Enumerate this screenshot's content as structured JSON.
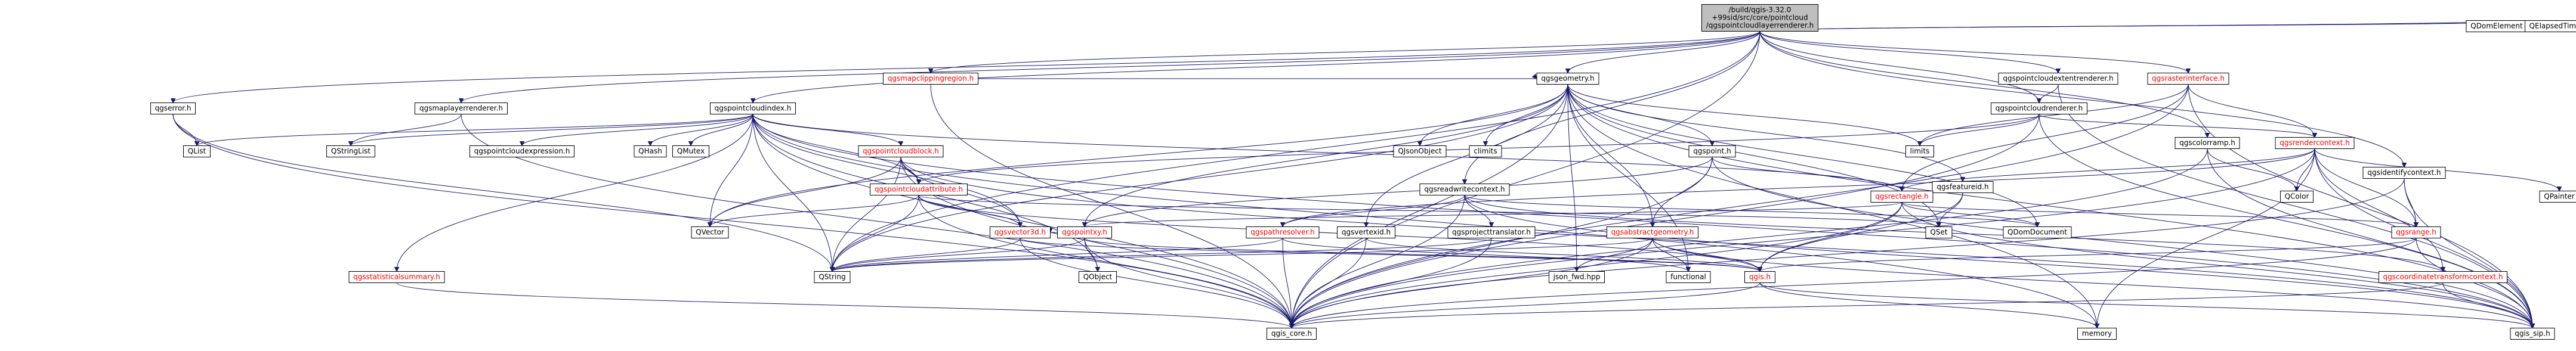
{
  "diagram": {
    "root": "qgspointcloudlayerrenderer.h",
    "nodes": [
      {
        "id": "root",
        "lines": [
          "/build/qgis-3.32.0",
          "+99sid/src/core/pointcloud",
          "/qgspointcloudlayerrenderer.h"
        ],
        "kind": "root"
      },
      {
        "id": "qgsmapclippingregion",
        "lines": [
          "qgsmapclippingregion.h"
        ],
        "kind": "red"
      },
      {
        "id": "qgsgeometry",
        "lines": [
          "qgsgeometry.h"
        ],
        "kind": "plain"
      },
      {
        "id": "qgspointcloudextentrenderer",
        "lines": [
          "qgspointcloudextentrenderer.h"
        ],
        "kind": "plain"
      },
      {
        "id": "qgspointcloudrenderer",
        "lines": [
          "qgspointcloudrenderer.h"
        ],
        "kind": "plain"
      },
      {
        "id": "qgsrasterinterface",
        "lines": [
          "qgsrasterinterface.h"
        ],
        "kind": "red"
      },
      {
        "id": "QDomElement",
        "lines": [
          "QDomElement"
        ],
        "kind": "ext"
      },
      {
        "id": "QElapsedTimer",
        "lines": [
          "QElapsedTimer"
        ],
        "kind": "ext"
      },
      {
        "id": "qgserror",
        "lines": [
          "qgserror.h"
        ],
        "kind": "plain"
      },
      {
        "id": "qgsmaplayerrenderer",
        "lines": [
          "qgsmaplayerrenderer.h"
        ],
        "kind": "plain"
      },
      {
        "id": "qgspointcloudindex",
        "lines": [
          "qgspointcloudindex.h"
        ],
        "kind": "plain"
      },
      {
        "id": "qgscolorramp",
        "lines": [
          "qgscolorramp.h"
        ],
        "kind": "plain"
      },
      {
        "id": "qgsrendercontext",
        "lines": [
          "qgsrendercontext.h"
        ],
        "kind": "red"
      },
      {
        "id": "qgsidentifycontext",
        "lines": [
          "qgsidentifycontext.h"
        ],
        "kind": "plain"
      },
      {
        "id": "QPainter",
        "lines": [
          "QPainter"
        ],
        "kind": "ext"
      },
      {
        "id": "QList",
        "lines": [
          "QList"
        ],
        "kind": "ext"
      },
      {
        "id": "QStringList",
        "lines": [
          "QStringList"
        ],
        "kind": "ext"
      },
      {
        "id": "qgspointcloudexpression",
        "lines": [
          "qgspointcloudexpression.h"
        ],
        "kind": "ext"
      },
      {
        "id": "QHash",
        "lines": [
          "QHash"
        ],
        "kind": "ext"
      },
      {
        "id": "QMutex",
        "lines": [
          "QMutex"
        ],
        "kind": "ext"
      },
      {
        "id": "qgspointcloudblock",
        "lines": [
          "qgspointcloudblock.h"
        ],
        "kind": "red"
      },
      {
        "id": "QJsonObject",
        "lines": [
          "QJsonObject"
        ],
        "kind": "ext"
      },
      {
        "id": "climits",
        "lines": [
          "climits"
        ],
        "kind": "ext"
      },
      {
        "id": "qgspoint",
        "lines": [
          "qgspoint.h"
        ],
        "kind": "plain"
      },
      {
        "id": "qgsfeatureid",
        "lines": [
          "qgsfeatureid.h"
        ],
        "kind": "plain"
      },
      {
        "id": "limits",
        "lines": [
          "limits"
        ],
        "kind": "ext"
      },
      {
        "id": "qgspointcloudattribute",
        "lines": [
          "qgspointcloudattribute.h"
        ],
        "kind": "red"
      },
      {
        "id": "qgsreadwritecontext",
        "lines": [
          "qgsreadwritecontext.h"
        ],
        "kind": "plain"
      },
      {
        "id": "qgsrectangle",
        "lines": [
          "qgsrectangle.h"
        ],
        "kind": "red"
      },
      {
        "id": "QColor",
        "lines": [
          "QColor"
        ],
        "kind": "ext"
      },
      {
        "id": "QVector",
        "lines": [
          "QVector"
        ],
        "kind": "ext"
      },
      {
        "id": "qgsvector3d",
        "lines": [
          "qgsvector3d.h"
        ],
        "kind": "red"
      },
      {
        "id": "qgspointxy",
        "lines": [
          "qgspointxy.h"
        ],
        "kind": "red"
      },
      {
        "id": "qgspathresolver",
        "lines": [
          "qgspathresolver.h"
        ],
        "kind": "red"
      },
      {
        "id": "qgsvertexid",
        "lines": [
          "qgsvertexid.h"
        ],
        "kind": "plain"
      },
      {
        "id": "qgsprojecttranslator",
        "lines": [
          "qgsprojecttranslator.h"
        ],
        "kind": "plain"
      },
      {
        "id": "qgsabstractgeometry",
        "lines": [
          "qgsabstractgeometry.h"
        ],
        "kind": "red"
      },
      {
        "id": "QSet",
        "lines": [
          "QSet"
        ],
        "kind": "ext"
      },
      {
        "id": "QDomDocument",
        "lines": [
          "QDomDocument"
        ],
        "kind": "ext"
      },
      {
        "id": "qgsrange",
        "lines": [
          "qgsrange.h"
        ],
        "kind": "red"
      },
      {
        "id": "qgsstatisticalsummary",
        "lines": [
          "qgsstatisticalsummary.h"
        ],
        "kind": "red"
      },
      {
        "id": "QString",
        "lines": [
          "QString"
        ],
        "kind": "ext"
      },
      {
        "id": "QObject",
        "lines": [
          "QObject"
        ],
        "kind": "ext"
      },
      {
        "id": "json_fwd",
        "lines": [
          "json_fwd.hpp"
        ],
        "kind": "ext"
      },
      {
        "id": "functional",
        "lines": [
          "functional"
        ],
        "kind": "ext"
      },
      {
        "id": "qgis",
        "lines": [
          "qgis.h"
        ],
        "kind": "red"
      },
      {
        "id": "qgscoordinatetransformcontext",
        "lines": [
          "qgscoordinatetransformcontext.h"
        ],
        "kind": "red"
      },
      {
        "id": "qgis_core",
        "lines": [
          "qgis_core.h"
        ],
        "kind": "ext"
      },
      {
        "id": "memory",
        "lines": [
          "memory"
        ],
        "kind": "ext"
      },
      {
        "id": "qgis_sip",
        "lines": [
          "qgis_sip.h"
        ],
        "kind": "ext"
      }
    ],
    "edges": [
      [
        "root",
        "qgsmapclippingregion"
      ],
      [
        "root",
        "qgsgeometry"
      ],
      [
        "root",
        "qgspointcloudextentrenderer"
      ],
      [
        "root",
        "qgspointcloudrenderer"
      ],
      [
        "root",
        "qgsrasterinterface"
      ],
      [
        "root",
        "QDomElement"
      ],
      [
        "root",
        "QElapsedTimer"
      ],
      [
        "root",
        "qgserror"
      ],
      [
        "root",
        "qgsmaplayerrenderer"
      ],
      [
        "root",
        "qgspointcloudindex"
      ],
      [
        "root",
        "qgscolorramp"
      ],
      [
        "root",
        "qgsidentifycontext"
      ],
      [
        "root",
        "qgsreadwritecontext"
      ],
      [
        "root",
        "qgis_core"
      ],
      [
        "root",
        "QString"
      ],
      [
        "qgsmapclippingregion",
        "qgsgeometry"
      ],
      [
        "qgsmapclippingregion",
        "qgis_core"
      ],
      [
        "qgspointcloudextentrenderer",
        "qgspointcloudrenderer"
      ],
      [
        "qgspointcloudextentrenderer",
        "qgis_sip"
      ],
      [
        "qgspointcloudrenderer",
        "qgsrendercontext"
      ],
      [
        "qgspointcloudrenderer",
        "qgspointcloudattribute"
      ],
      [
        "qgspointcloudrenderer",
        "limits"
      ],
      [
        "qgspointcloudrenderer",
        "qgis_core"
      ],
      [
        "qgspointcloudrenderer",
        "qgis_sip"
      ],
      [
        "qgsrasterinterface",
        "qgsrendercontext"
      ],
      [
        "qgsrasterinterface",
        "qgsrectangle"
      ],
      [
        "qgsrasterinterface",
        "limits"
      ],
      [
        "qgsrasterinterface",
        "qgis_core"
      ],
      [
        "qgsrasterinterface",
        "qgis_sip"
      ],
      [
        "qgserror",
        "QList"
      ],
      [
        "qgserror",
        "QString"
      ],
      [
        "qgserror",
        "qgis_core"
      ],
      [
        "qgsmaplayerrenderer",
        "QStringList"
      ],
      [
        "qgsmaplayerrenderer",
        "qgis_core"
      ],
      [
        "qgspointcloudindex",
        "QList"
      ],
      [
        "qgspointcloudindex",
        "QStringList"
      ],
      [
        "qgspointcloudindex",
        "qgspointcloudexpression"
      ],
      [
        "qgspointcloudindex",
        "QHash"
      ],
      [
        "qgspointcloudindex",
        "QMutex"
      ],
      [
        "qgspointcloudindex",
        "qgspointcloudblock"
      ],
      [
        "qgspointcloudindex",
        "qgspointcloudattribute"
      ],
      [
        "qgspointcloudindex",
        "qgsstatisticalsummary"
      ],
      [
        "qgspointcloudindex",
        "qgsvector3d"
      ],
      [
        "qgspointcloudindex",
        "qgsrectangle"
      ],
      [
        "qgspointcloudindex",
        "QVector"
      ],
      [
        "qgspointcloudindex",
        "QString"
      ],
      [
        "qgspointcloudindex",
        "QObject"
      ],
      [
        "qgspointcloudindex",
        "qgis_core"
      ],
      [
        "qgspointcloudindex",
        "qgis_sip"
      ],
      [
        "qgspointcloudindex",
        "memory"
      ],
      [
        "qgsgeometry",
        "QJsonObject"
      ],
      [
        "qgsgeometry",
        "climits"
      ],
      [
        "qgsgeometry",
        "qgspoint"
      ],
      [
        "qgsgeometry",
        "qgsfeatureid"
      ],
      [
        "qgsgeometry",
        "limits"
      ],
      [
        "qgsgeometry",
        "QSet"
      ],
      [
        "qgsgeometry",
        "QDomDocument"
      ],
      [
        "qgsgeometry",
        "qgsabstractgeometry"
      ],
      [
        "qgsgeometry",
        "qgspointxy"
      ],
      [
        "qgsgeometry",
        "qgsvertexid"
      ],
      [
        "qgsgeometry",
        "json_fwd"
      ],
      [
        "qgsgeometry",
        "functional"
      ],
      [
        "qgsgeometry",
        "QVector"
      ],
      [
        "qgsgeometry",
        "QString"
      ],
      [
        "qgsgeometry",
        "qgis_core"
      ],
      [
        "qgsgeometry",
        "qgis_sip"
      ],
      [
        "qgsgeometry",
        "memory"
      ],
      [
        "qgspointcloudblock",
        "qgspointcloudattribute"
      ],
      [
        "qgspointcloudblock",
        "QVector"
      ],
      [
        "qgspointcloudblock",
        "QString"
      ],
      [
        "qgspointcloudblock",
        "qgis_core"
      ],
      [
        "qgspointcloudblock",
        "qgis_sip"
      ],
      [
        "qgspointcloudblock",
        "qgsvector3d"
      ],
      [
        "qgspointcloudattribute",
        "QVector"
      ],
      [
        "qgspointcloudattribute",
        "QString"
      ],
      [
        "qgspointcloudattribute",
        "QSet"
      ],
      [
        "qgspointcloudattribute",
        "qgis_core"
      ],
      [
        "qgspointcloudattribute",
        "qgis"
      ],
      [
        "qgspointcloudattribute",
        "qgsvector3d"
      ],
      [
        "qgspoint",
        "qgspointxy"
      ],
      [
        "qgspoint",
        "qgsabstractgeometry"
      ],
      [
        "qgspoint",
        "qgsrectangle"
      ],
      [
        "qgspoint",
        "qgis_core"
      ],
      [
        "qgspoint",
        "qgis_sip"
      ],
      [
        "qgsfeatureid",
        "QSet"
      ],
      [
        "qgsfeatureid",
        "qgis"
      ],
      [
        "qgscolorramp",
        "QColor"
      ],
      [
        "qgscolorramp",
        "qgis_core"
      ],
      [
        "qgscolorramp",
        "qgis_sip"
      ],
      [
        "qgsrendercontext",
        "qgsrectangle"
      ],
      [
        "qgsrendercontext",
        "qgsrange"
      ],
      [
        "qgsrendercontext",
        "QColor"
      ],
      [
        "qgsrendercontext",
        "QPainter"
      ],
      [
        "qgsrendercontext",
        "qgscoordinatetransformcontext"
      ],
      [
        "qgsrendercontext",
        "qgspathresolver"
      ],
      [
        "qgsrendercontext",
        "qgis_core"
      ],
      [
        "qgsrendercontext",
        "qgis_sip"
      ],
      [
        "qgsrendercontext",
        "memory"
      ],
      [
        "qgsidentifycontext",
        "qgsrange"
      ],
      [
        "qgsidentifycontext",
        "qgis_core"
      ],
      [
        "qgsidentifycontext",
        "qgis_sip"
      ],
      [
        "qgsreadwritecontext",
        "qgspathresolver"
      ],
      [
        "qgsreadwritecontext",
        "qgsprojecttranslator"
      ],
      [
        "qgsreadwritecontext",
        "qgscoordinatetransformcontext"
      ],
      [
        "qgsreadwritecontext",
        "QDomDocument"
      ],
      [
        "qgsreadwritecontext",
        "qgis_core"
      ],
      [
        "qgsreadwritecontext",
        "qgis_sip"
      ],
      [
        "qgsrectangle",
        "qgspointxy"
      ],
      [
        "qgsrectangle",
        "qgis"
      ],
      [
        "qgsrectangle",
        "qgis_core"
      ],
      [
        "qgsrectangle",
        "QDomDocument"
      ],
      [
        "qgsrectangle",
        "qgis_sip"
      ],
      [
        "qgsrectangle",
        "qgsrange"
      ],
      [
        "qgsvector3d",
        "QString"
      ],
      [
        "qgsvector3d",
        "qgis_core"
      ],
      [
        "qgsvector3d",
        "qgis"
      ],
      [
        "qgspointxy",
        "qgis"
      ],
      [
        "qgspointxy",
        "QString"
      ],
      [
        "qgspointxy",
        "QObject"
      ],
      [
        "qgspointxy",
        "qgis_core"
      ],
      [
        "qgspointxy",
        "qgsvector3d"
      ],
      [
        "qgspathresolver",
        "functional"
      ],
      [
        "qgspathresolver",
        "QString"
      ],
      [
        "qgspathresolver",
        "qgis_core"
      ],
      [
        "qgsvertexid",
        "qgis"
      ],
      [
        "qgsvertexid",
        "qgis_core"
      ],
      [
        "qgsprojecttranslator",
        "QString"
      ],
      [
        "qgsprojecttranslator",
        "qgis_core"
      ],
      [
        "qgsabstractgeometry",
        "functional"
      ],
      [
        "qgsabstractgeometry",
        "json_fwd"
      ],
      [
        "qgsabstractgeometry",
        "QString"
      ],
      [
        "qgsabstractgeometry",
        "qgis"
      ],
      [
        "qgsabstractgeometry",
        "qgis_core"
      ],
      [
        "qgsabstractgeometry",
        "qgis_sip"
      ],
      [
        "qgsrange",
        "qgis"
      ],
      [
        "qgsrange",
        "qgis_core"
      ],
      [
        "qgsrange",
        "qgis_sip"
      ],
      [
        "qgsstatisticalsummary",
        "qgis_core"
      ],
      [
        "qgis",
        "qgis_core"
      ],
      [
        "qgis",
        "qgis_sip"
      ],
      [
        "qgis",
        "memory"
      ],
      [
        "qgscoordinatetransformcontext",
        "qgis_core"
      ],
      [
        "qgscoordinatetransformcontext",
        "qgis_sip"
      ]
    ]
  },
  "colors": {
    "edge": "#191970",
    "box_stroke": "#000000",
    "root_fill": "#bfbfbf",
    "node_fill": "#ffffff",
    "red_text": "#ff0000",
    "plain_text": "#000000",
    "ext_stroke": "#bfbfbf"
  }
}
